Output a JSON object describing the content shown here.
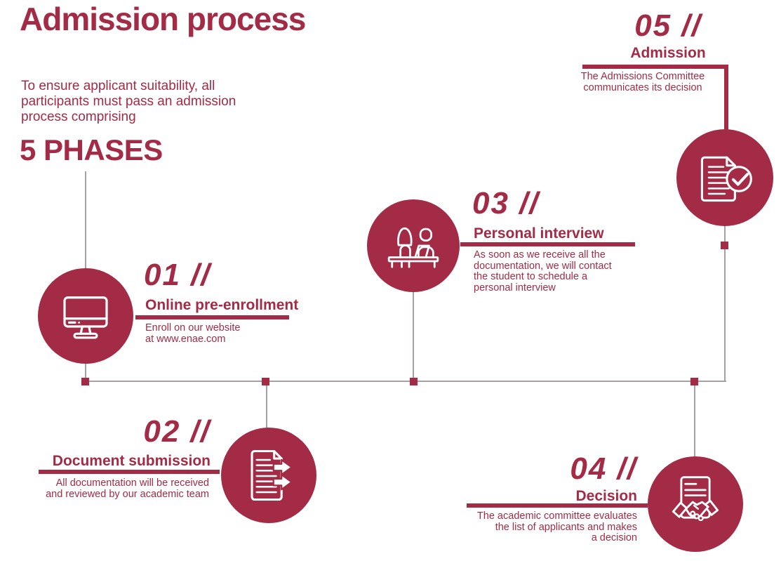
{
  "header": {
    "title": "Admission process",
    "intro": "To ensure applicant suitability, all\nparticipants must pass an admission\nprocess comprising",
    "phases_label": "5 PHASES"
  },
  "colors": {
    "accent": "#a32b45",
    "line_gray": "#a5a1a1",
    "icon_stroke": "#ffffff"
  },
  "phases": [
    {
      "number": "01 //",
      "title": "Online pre-enrollment",
      "description": "Enroll on our website\nat www.enae.com",
      "icon": "desktop-monitor-icon"
    },
    {
      "number": "02 //",
      "title": "Document submission",
      "description": "All documentation will be received\nand reviewed by our academic team",
      "icon": "document-submit-icon"
    },
    {
      "number": "03 //",
      "title": "Personal interview",
      "description": "As soon as we receive all the\ndocumentation, we will contact\nthe student to schedule a\npersonal interview",
      "icon": "interview-icon"
    },
    {
      "number": "04 //",
      "title": "Decision",
      "description": "The academic committee evaluates\nthe list of applicants and makes\na decision",
      "icon": "handshake-document-icon"
    },
    {
      "number": "05 //",
      "title": "Admission",
      "description": "The Admissions Committee\ncommunicates its decision",
      "icon": "document-check-icon"
    }
  ]
}
